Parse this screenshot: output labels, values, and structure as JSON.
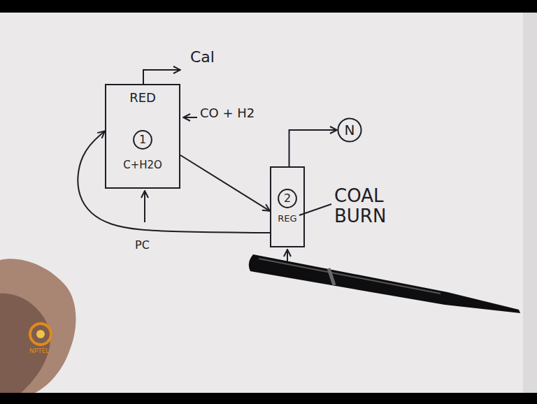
{
  "diagram": {
    "nodes": [
      {
        "text": [
          "RED",
          "C+H2O"
        ]
      },
      {
        "text": [
          "1"
        ],
        "in": 0
      },
      {
        "text": [
          "REG"
        ]
      },
      {
        "text": [
          "2"
        ],
        "in": 2
      },
      {
        "text": [
          "N"
        ]
      }
    ],
    "edges": [
      {
        "from": 0,
        "to": 2,
        "arrow": "to"
      },
      {
        "from": 2,
        "to": 0,
        "arrow": "to"
      },
      {
        "from": 2,
        "to": 4,
        "arrow": "to"
      }
    ],
    "labels": [
      "Cal",
      "CO + H2",
      "COAL BURN",
      "PC",
      "NPTEL"
    ]
  }
}
